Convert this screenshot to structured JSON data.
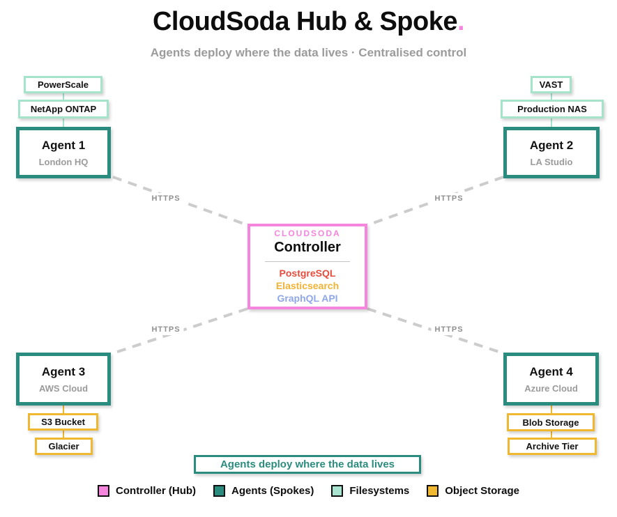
{
  "title": {
    "main": "CloudSoda Hub & Spoke",
    "dot": ".",
    "subtitle": "Agents deploy where the data lives · Centralised control"
  },
  "controller": {
    "brand": "CLOUDSODA",
    "name": "Controller",
    "services": [
      "PostgreSQL",
      "Elasticsearch",
      "GraphQL API"
    ],
    "service_colors": [
      "#e74c3c",
      "#f2b233",
      "#8fa7e8"
    ]
  },
  "connections": {
    "label": "HTTPS"
  },
  "agents": [
    {
      "name": "Agent 1",
      "location": "London HQ",
      "storage": [
        "PowerScale",
        "NetApp ONTAP"
      ]
    },
    {
      "name": "Agent 2",
      "location": "LA Studio",
      "storage": [
        "VAST",
        "Production NAS"
      ]
    },
    {
      "name": "Agent 3",
      "location": "AWS Cloud",
      "storage": [
        "S3 Bucket",
        "Glacier"
      ]
    },
    {
      "name": "Agent 4",
      "location": "Azure Cloud",
      "storage": [
        "Blob Storage",
        "Archive Tier"
      ]
    }
  ],
  "banner": {
    "label": "Agents deploy where the data lives"
  },
  "legend": {
    "items": [
      {
        "label": "Controller (Hub)",
        "color": "#f585dd"
      },
      {
        "label": "Agents (Spokes)",
        "color": "#2a8c7e"
      },
      {
        "label": "Filesystems",
        "color": "#a8e4cf"
      },
      {
        "label": "Object Storage",
        "color": "#f0b731"
      }
    ]
  },
  "colors": {
    "hub_pink": "#f585dd",
    "spoke_teal": "#2a8c7e",
    "filesystem_mint": "#a5e3cb",
    "object_yellow": "#f0b731",
    "wire_gray": "#cccccc"
  }
}
